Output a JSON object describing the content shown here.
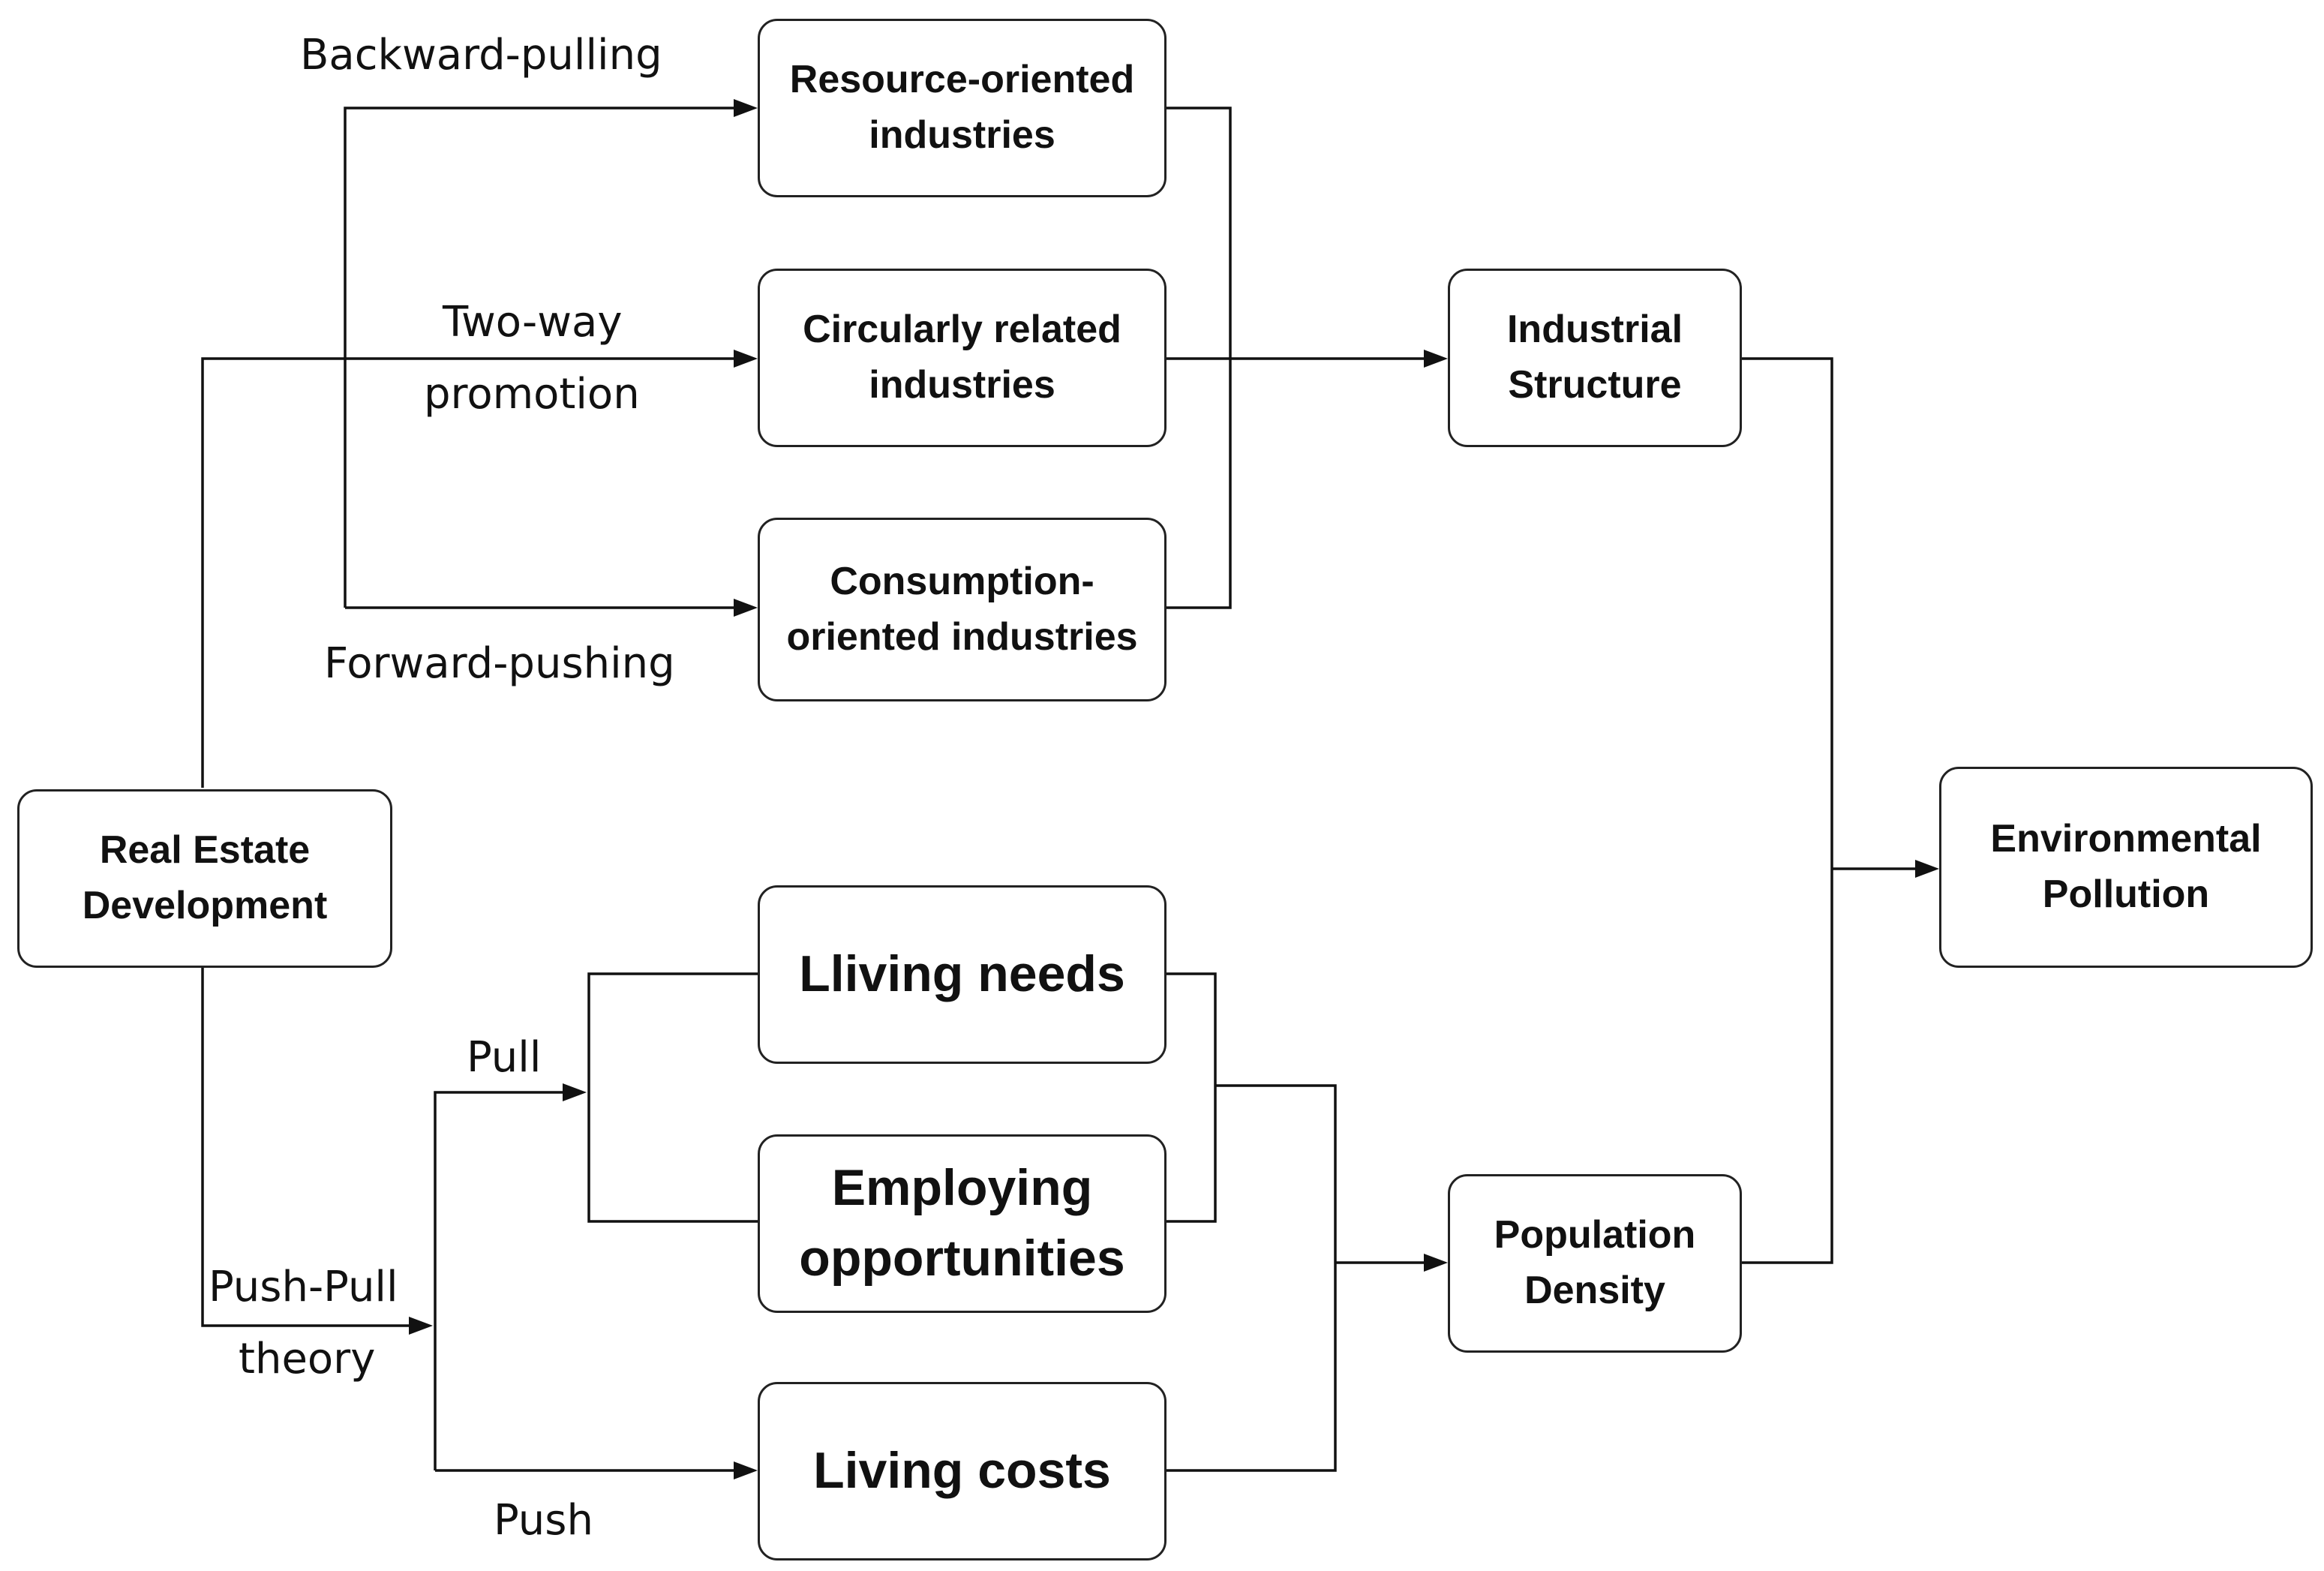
{
  "nodes": {
    "real_estate": "Real Estate Development",
    "resource": "Resource-oriented industries",
    "circular": "Circularly related industries",
    "consumption": "Consumption-oriented industries",
    "industrial": "Industrial Structure",
    "environmental": "Environmental Pollution",
    "living_needs": "Lliving needs",
    "employing": "Employing opportunities",
    "living_costs": "Living costs",
    "population": "Population Density"
  },
  "labels": {
    "backward": "Backward-pulling",
    "two_way_1": "Two-way",
    "two_way_2": "promotion",
    "forward": "Forward-pushing",
    "pull": "Pull",
    "push_pull_1": "Push-Pull",
    "push_pull_2": "theory",
    "push": "Push"
  }
}
